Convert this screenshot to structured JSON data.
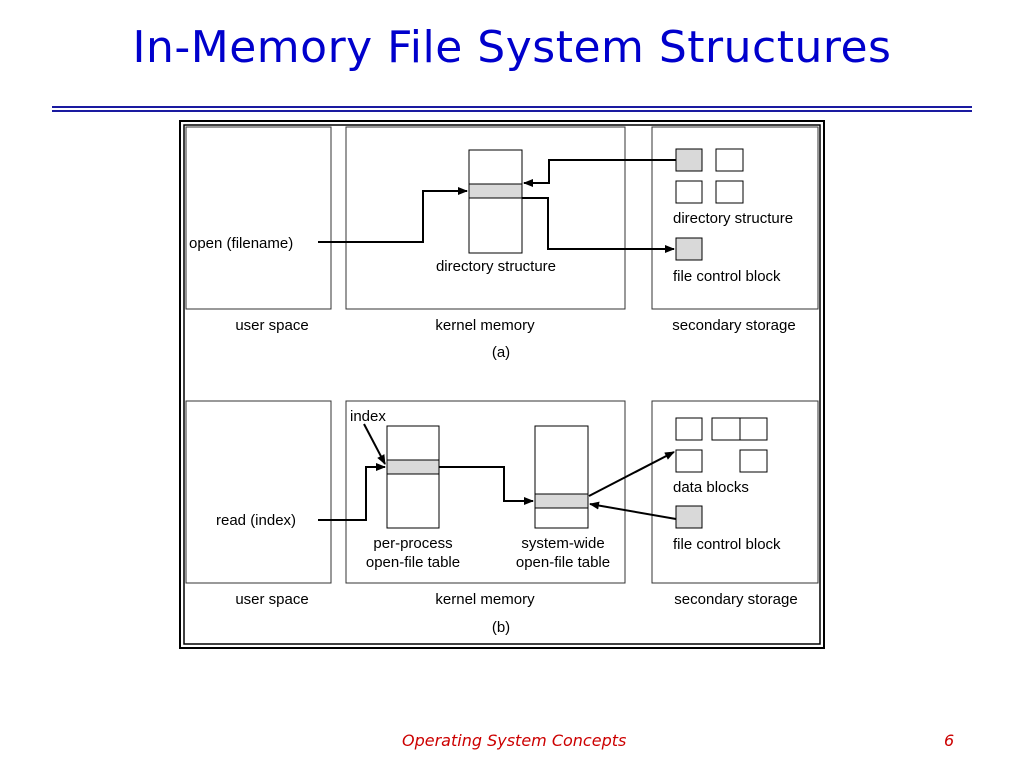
{
  "slide": {
    "title": "In-Memory File System Structures",
    "footer": "Operating System Concepts",
    "page_number": "6"
  },
  "colors": {
    "title": "#0000cc",
    "rule": "#1a1aa0",
    "footer": "#cc0000",
    "entry_fill": "#d9d9d9"
  },
  "diagram": {
    "part_a": {
      "call_label": "open (filename)",
      "kernel_table_label": "directory structure",
      "storage_dir_label": "directory structure",
      "storage_fcb_label": "file control block",
      "user_caption": "user space",
      "kernel_caption": "kernel memory",
      "storage_caption": "secondary storage",
      "part_label": "(a)"
    },
    "part_b": {
      "index_label": "index",
      "call_label": "read (index)",
      "per_process_line1": "per-process",
      "per_process_line2": "open-file table",
      "system_wide_line1": "system-wide",
      "system_wide_line2": "open-file table",
      "data_blocks_label": "data blocks",
      "storage_fcb_label": "file control block",
      "user_caption": "user space",
      "kernel_caption": "kernel memory",
      "storage_caption": "secondary storage",
      "part_label": "(b)"
    }
  }
}
